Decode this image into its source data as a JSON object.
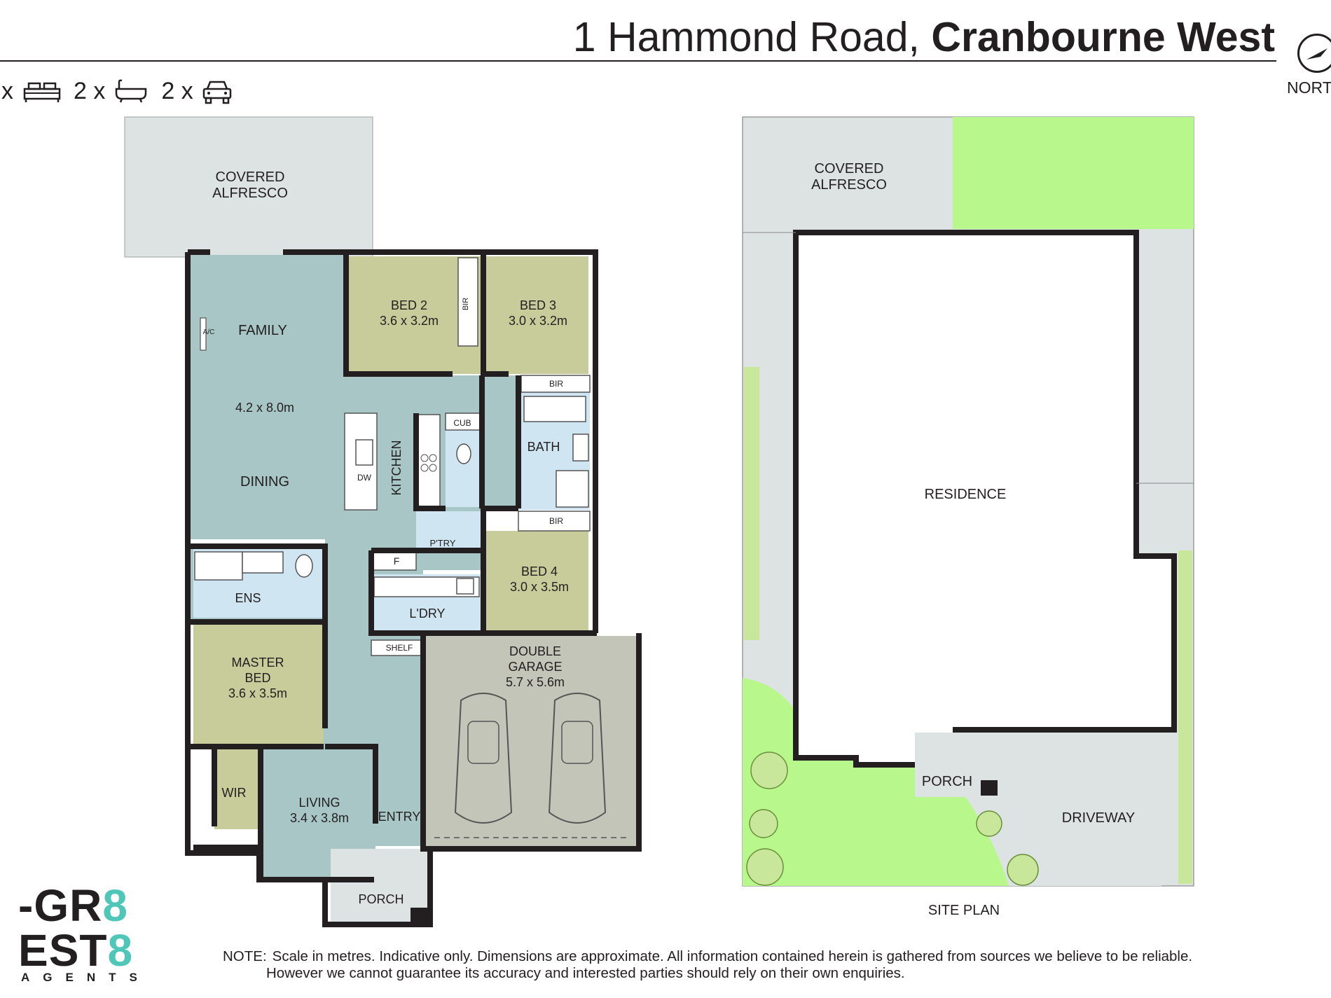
{
  "header": {
    "address": "1 Hammond Road,",
    "suburb": "Cranbourne West",
    "north_label": "NORTH"
  },
  "features": {
    "bedrooms": "x",
    "bathrooms": "2 x",
    "garages": "2 x",
    "bed_icon": "bed-icon",
    "bath_icon": "bath-icon",
    "car_icon": "car-icon"
  },
  "floor_plan": {
    "covered_alfresco_1": "COVERED",
    "covered_alfresco_2": "ALFRESCO",
    "family": "FAMILY",
    "family_size": "4.2 x 8.0m",
    "dining": "DINING",
    "ac": "A/C",
    "bed2": "BED 2",
    "bed2_size": "3.6 x 3.2m",
    "bed3": "BED 3",
    "bed3_size": "3.0 x 3.2m",
    "bir": "BIR",
    "dw": "DW",
    "kitchen": "KITCHEN",
    "cub": "CUB",
    "bath": "BATH",
    "ptry": "P'TRY",
    "fridge": "F",
    "bed4": "BED 4",
    "bed4_size": "3.0 x 3.5m",
    "ens": "ENS",
    "laundry": "L'DRY",
    "master_1": "MASTER",
    "master_2": "BED",
    "master_size": "3.6 x 3.5m",
    "shelf": "SHELF",
    "garage_1": "DOUBLE",
    "garage_2": "GARAGE",
    "garage_size": "5.7 x 5.6m",
    "wir": "WIR",
    "living": "LIVING",
    "living_size": "3.4 x 3.8m",
    "entry": "ENTRY",
    "porch": "PORCH"
  },
  "site_plan": {
    "covered_alfresco_1": "COVERED",
    "covered_alfresco_2": "ALFRESCO",
    "residence": "RESIDENCE",
    "porch": "PORCH",
    "driveway": "DRIVEWAY",
    "title": "SITE PLAN"
  },
  "brand": {
    "logo_line1_a": "-GR",
    "logo_line1_b": "8",
    "logo_line2_a": "EST",
    "logo_line2_b": "8",
    "logo_line3": "AGENTS"
  },
  "note": {
    "label": "NOTE:",
    "line1": "Scale in metres. Indicative only. Dimensions are approximate. All information contained herein is gathered from sources we believe to be reliable.",
    "line2": "However we cannot guarantee its accuracy and interested parties should rely on their own enquiries."
  },
  "colors": {
    "living_teal": "#a7c6c5",
    "bedroom_olive": "#c8cc9a",
    "wet_blue": "#cfe5f1",
    "alfresco_grey": "#dde3e3",
    "garage_grey": "#c3c5b8",
    "lawn_green": "#b8f78c",
    "logo_accent": "#4fc7b8"
  }
}
